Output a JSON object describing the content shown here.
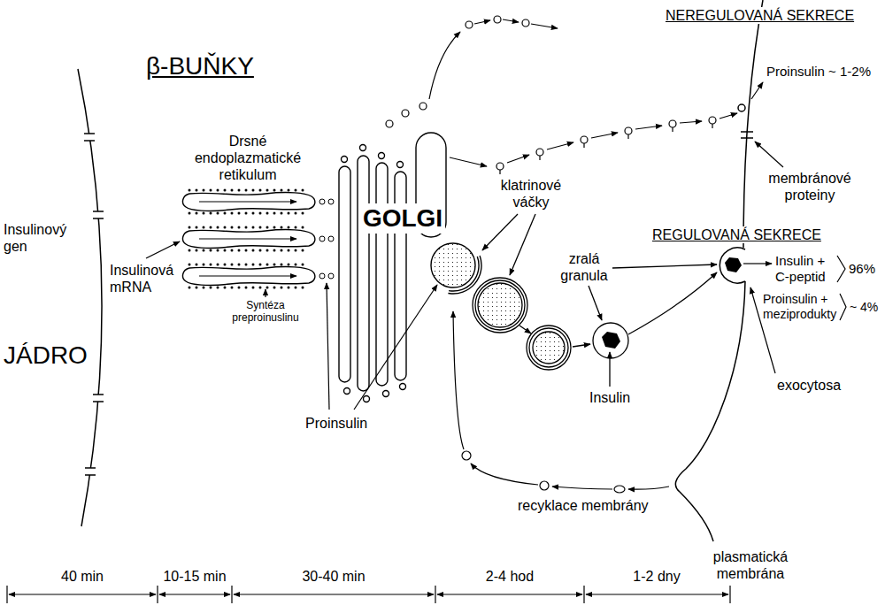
{
  "diagram": {
    "title": "β-BUŇKY",
    "labels": [
      "JÁDRO",
      "Insulinový gen",
      "Insulinová mRNA",
      "Drsné endoplazmatické retikulum",
      "Syntéza preproinuslinu",
      "GOLGI",
      "Proinsulin",
      "klatrinové váčky",
      "zralá granula",
      "Insulin",
      "NEREGULOVANÁ SEKRECE",
      "Proinsulin ~ 1-2%",
      "membránové proteiny",
      "REGULOVANÁ SEKRECE",
      "Insulin + C-peptid",
      "96%",
      "Proinsulin + meziprodukty",
      "~ 4%",
      "exocytosa",
      "recyklace membrány",
      "plasmatická membrána",
      "40 min",
      "10-15 min",
      "30-40 min",
      "2-4 hod",
      "1-2 dny"
    ]
  }
}
